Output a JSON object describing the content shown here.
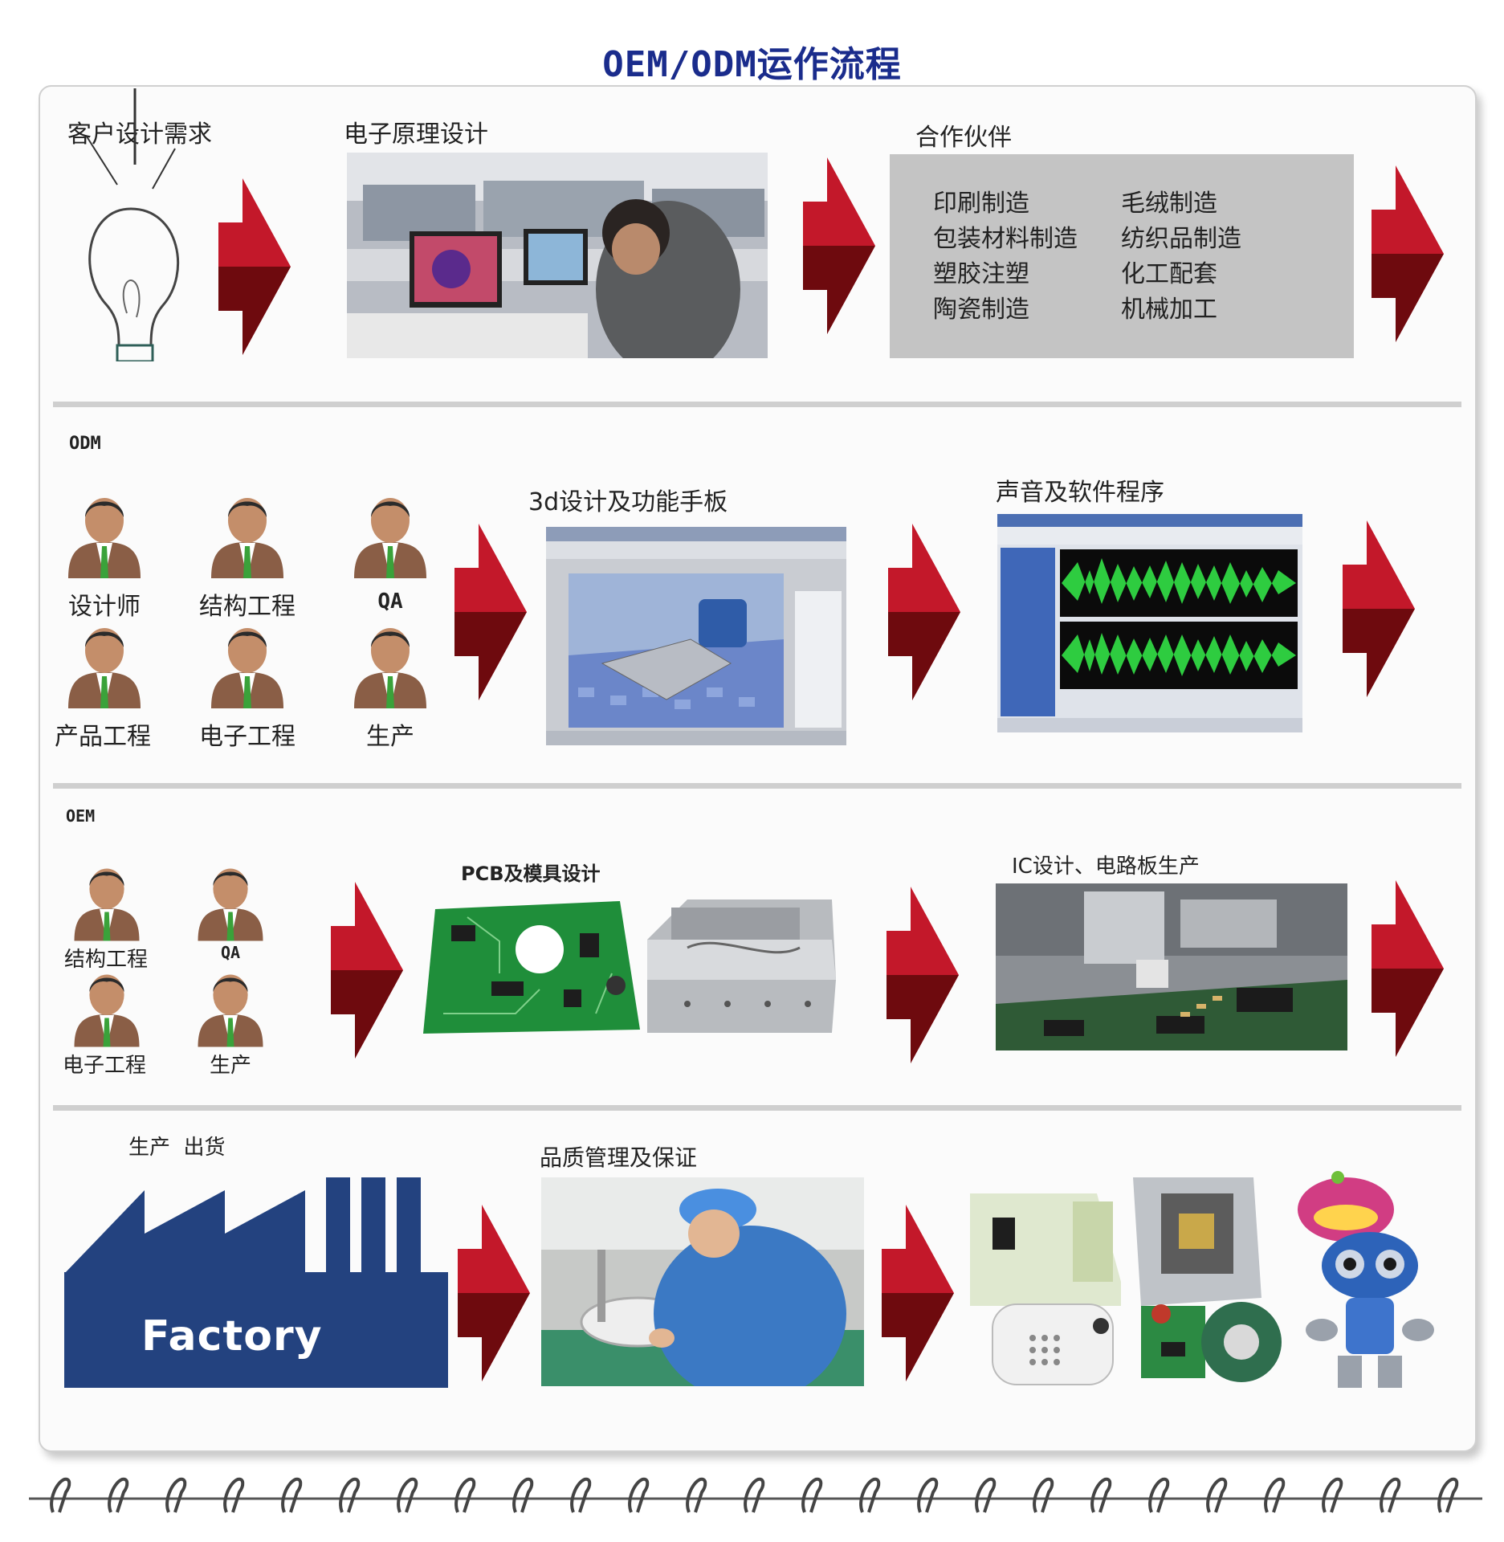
{
  "page_title": "OEM/ODM运作流程",
  "rows": {
    "customer": {
      "need_label": "客户设计需求",
      "schematic_label": "电子原理设计",
      "partners_label": "合作伙伴",
      "partners_left": [
        "印刷制造",
        "包装材料制造",
        "塑胶注塑",
        "陶瓷制造"
      ],
      "partners_right": [
        "毛绒制造",
        "纺织品制造",
        "化工配套",
        "机械加工"
      ]
    },
    "odm": {
      "section_label": "ODM",
      "roles": [
        "设计师",
        "结构工程",
        "QA",
        "产品工程",
        "电子工程",
        "生产"
      ],
      "design_label": "3d设计及功能手板",
      "software_label": "声音及软件程序"
    },
    "oem": {
      "section_label": "OEM",
      "roles": [
        "结构工程",
        "QA",
        "电子工程",
        "生产"
      ],
      "pcb_label": "PCB及模具设计",
      "ic_label": "IC设计、电路板生产"
    },
    "production": {
      "section_label": "生产  出货",
      "factory_text": "Factory",
      "qc_label": "品质管理及保证"
    }
  },
  "colors": {
    "title": "#1a2c8c",
    "arrow_dark": "#6e0a0e",
    "arrow_light": "#c3182a",
    "factory_blue": "#23427f",
    "partner_box": "#c4c4c4"
  }
}
